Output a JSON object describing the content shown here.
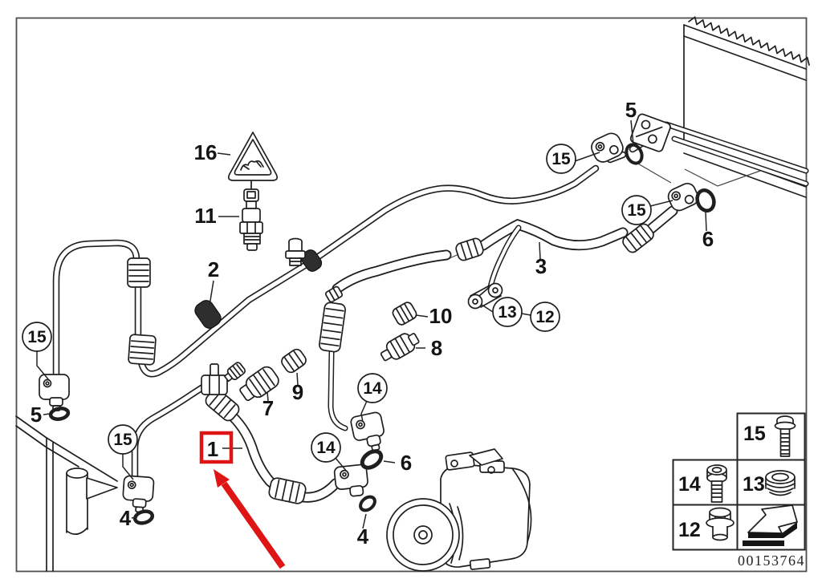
{
  "figure": {
    "part_number_stamp": "00153764",
    "callouts": {
      "n1": "1",
      "n2": "2",
      "n3": "3",
      "n4": "4",
      "n5": "5",
      "n6": "6",
      "n7": "7",
      "n8": "8",
      "n9": "9",
      "n10": "10",
      "n11": "11",
      "n12": "12",
      "n13": "13",
      "n14": "14",
      "n15": "15",
      "n16": "16"
    },
    "legend": {
      "r15": "15",
      "r14": "14",
      "r13": "13",
      "r12": "12"
    },
    "annotation": {
      "highlight_label": "1"
    },
    "colors": {
      "line": "#1f1f1f",
      "highlight": "#df1414",
      "frame": "#4d4d4d"
    }
  }
}
